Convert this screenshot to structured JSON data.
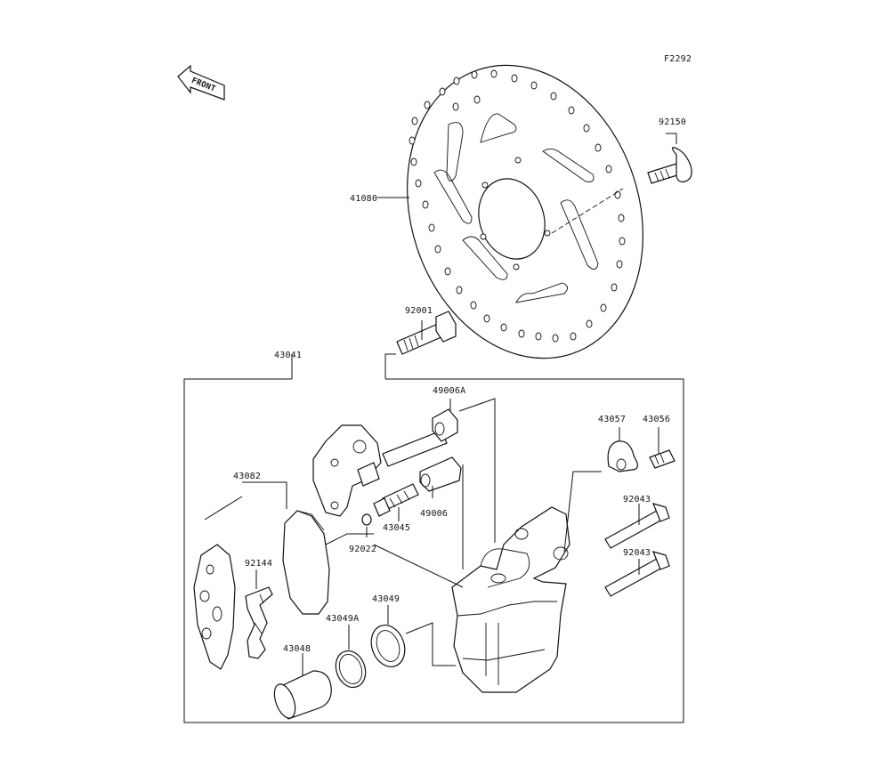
{
  "figure_code": "F2292",
  "front_label": "FRONT",
  "parts": {
    "p92150": "92150",
    "p41080": "41080",
    "p92001": "92001",
    "p43041": "43041",
    "p49006A": "49006A",
    "p43057": "43057",
    "p43056": "43056",
    "p43082": "43082",
    "p49006": "49006",
    "p43045": "43045",
    "p92022": "92022",
    "p92144": "92144",
    "p92043a": "92043",
    "p92043b": "92043",
    "p43049": "43049",
    "p43049A": "43049A",
    "p43048": "43048"
  }
}
